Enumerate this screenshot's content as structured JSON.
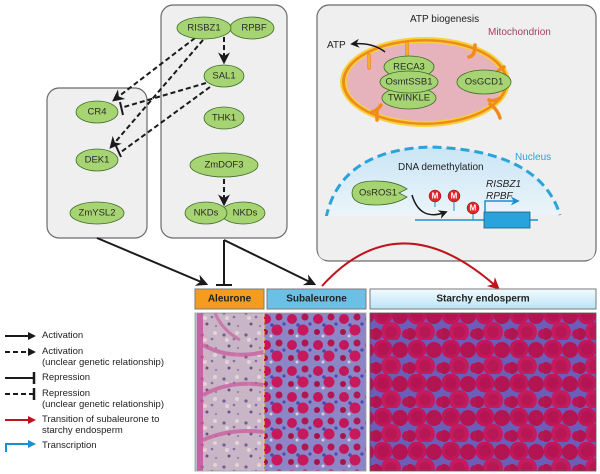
{
  "boxes": {
    "left_box": {
      "nodes": [
        "CR4",
        "DEK1",
        "ZmYSL2"
      ]
    },
    "middle_box": {
      "nodes": [
        "RISBZ1",
        "RPBF",
        "SAL1",
        "THK1",
        "ZmDOF3",
        "NKDs",
        "NKDs"
      ]
    },
    "right_box": {
      "atp_title": "ATP biogenesis",
      "mitochondrion_label": "Mitochondrion",
      "atp_label": "ATP",
      "mito_nodes": [
        "RECA3",
        "OsmtSSB1",
        "TWINKLE",
        "OsGCD1"
      ],
      "nucleus_label": "Nucleus",
      "dna_title": "DNA demethylation",
      "ros_node": "OsROS1",
      "methyl_mark": "M",
      "gene_labels": [
        "RISBZ1",
        "RPBF"
      ]
    }
  },
  "tissues": {
    "aleurone": {
      "label": "Aleurone",
      "color": "#f39c1f"
    },
    "subaleurone": {
      "label": "Subaleurone",
      "color": "#6cc0e5"
    },
    "starchy": {
      "label": "Starchy endosperm",
      "color": "#d8f0fa"
    }
  },
  "legend": [
    {
      "symbol": "activation",
      "label": "Activation",
      "sub": ""
    },
    {
      "symbol": "activation-dashed",
      "label": "Activation",
      "sub": "(unclear genetic relationship)"
    },
    {
      "symbol": "repression",
      "label": "Repression",
      "sub": ""
    },
    {
      "symbol": "repression-dashed",
      "label": "Repression",
      "sub": "(unclear genetic relationship)"
    },
    {
      "symbol": "transition",
      "label": "Transition of subaleurone to",
      "sub": "starchy endosperm"
    },
    {
      "symbol": "transcription",
      "label": "Transcription",
      "sub": ""
    }
  ],
  "colors": {
    "node_fill": "#a6d472",
    "node_stroke": "#3c6b23",
    "box_fill": "#efefef",
    "box_stroke": "#6a6a6a",
    "mito_fill": "#e6b3bd",
    "mito_membrane": "#f08a1c",
    "mito_outer": "#f5d23a",
    "nucleus_dash": "#2aa3dc",
    "transition_red": "#c0141c",
    "transcription_blue": "#1b8fd0",
    "methyl_red": "#e0262a"
  }
}
